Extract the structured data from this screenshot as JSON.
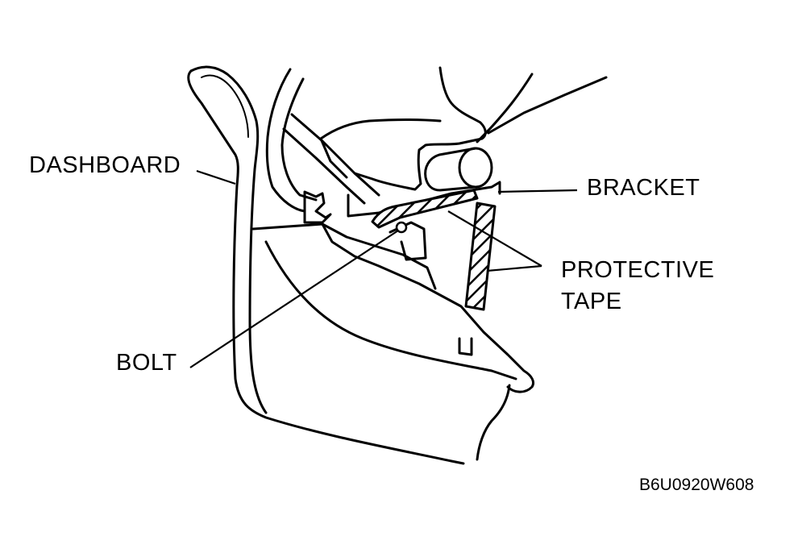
{
  "diagram": {
    "labels": {
      "dashboard": "DASHBOARD",
      "bracket": "BRACKET",
      "protective_tape_line1": "PROTECTIVE",
      "protective_tape_line2": "TAPE",
      "bolt": "BOLT"
    },
    "figure_code": "B6U0920W608",
    "colors": {
      "ink": "#000000",
      "background": "#ffffff"
    }
  }
}
